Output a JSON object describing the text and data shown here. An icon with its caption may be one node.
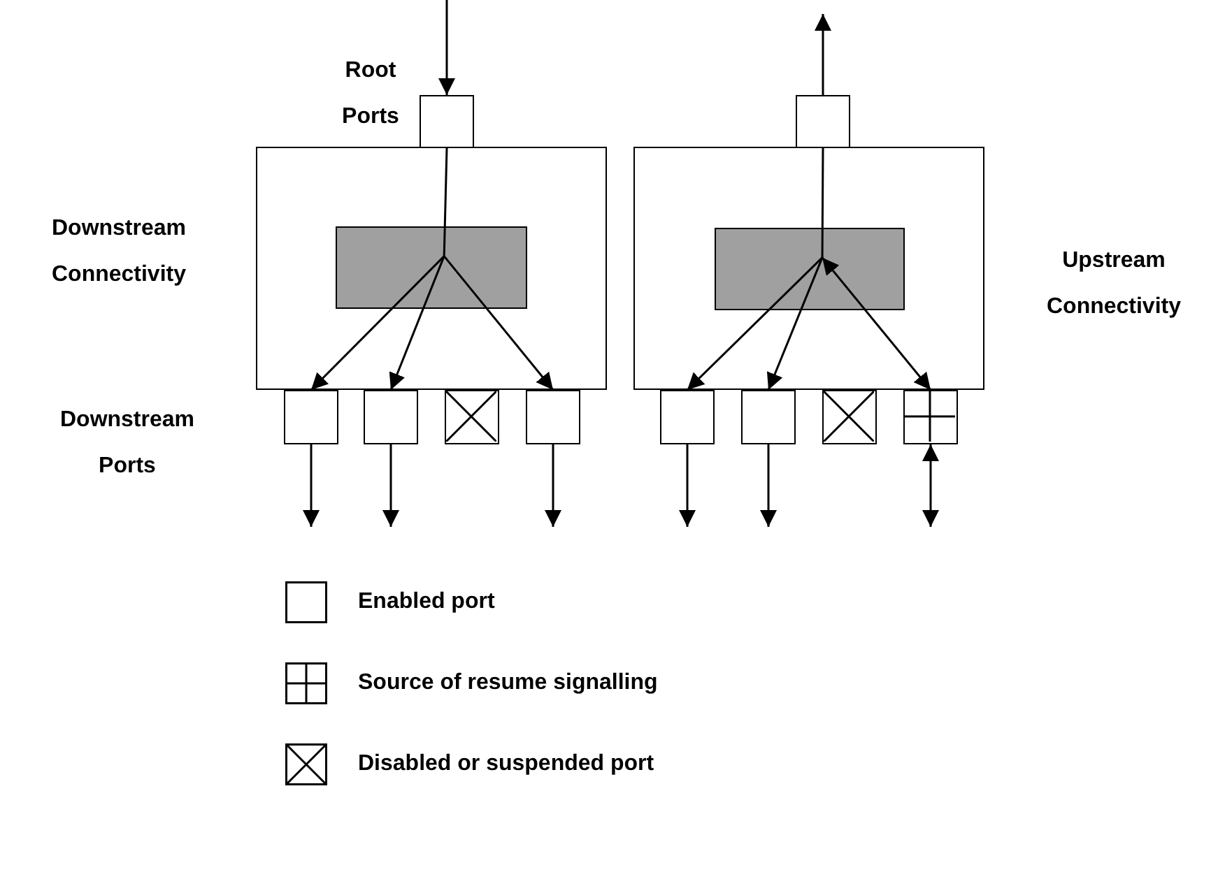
{
  "diagram": {
    "nodes": [
      {
        "text": [],
        "shape": "box"
      },
      {
        "text": [],
        "shape": "box"
      },
      {
        "text": [],
        "shape": "box",
        "in": 1
      },
      {
        "text": [],
        "shape": "box"
      },
      {
        "text": [],
        "shape": "box"
      },
      {
        "text": [],
        "shape": "cross"
      },
      {
        "text": [],
        "shape": "box"
      },
      {
        "text": [],
        "shape": "box"
      },
      {
        "text": [],
        "shape": "box"
      },
      {
        "text": [],
        "shape": "box",
        "in": 8
      },
      {
        "text": [],
        "shape": "box"
      },
      {
        "text": [],
        "shape": "box"
      },
      {
        "text": [],
        "shape": "cross"
      },
      {
        "text": [],
        "shape": "grid"
      }
    ],
    "edges": [
      {
        "from": null,
        "to": 0,
        "arrow": "to"
      },
      {
        "from": 0,
        "to": 2,
        "arrow": "none"
      },
      {
        "from": 2,
        "to": 3,
        "arrow": "to"
      },
      {
        "from": 2,
        "to": 4,
        "arrow": "to"
      },
      {
        "from": 2,
        "to": 6,
        "arrow": "to"
      },
      {
        "from": 3,
        "to": null,
        "arrow": "to"
      },
      {
        "from": 4,
        "to": null,
        "arrow": "to"
      },
      {
        "from": 6,
        "to": null,
        "arrow": "to"
      },
      {
        "from": 7,
        "to": null,
        "arrow": "to"
      },
      {
        "from": 7,
        "to": 9,
        "arrow": "none"
      },
      {
        "from": 9,
        "to": 10,
        "arrow": "to"
      },
      {
        "from": 9,
        "to": 11,
        "arrow": "to"
      },
      {
        "from": 9,
        "to": 13,
        "arrow": "both"
      },
      {
        "from": 10,
        "to": null,
        "arrow": "to"
      },
      {
        "from": 11,
        "to": null,
        "arrow": "to"
      },
      {
        "from": 13,
        "to": null,
        "arrow": "both"
      }
    ],
    "labels": [
      "Root Ports",
      "Downstream Connectivity",
      "Upstream Connectivity",
      "Downstream Ports"
    ],
    "legend": [
      {
        "text": "Enabled port"
      },
      {
        "text": "Source of resume signalling"
      },
      {
        "text": "Disabled or suspended port"
      }
    ]
  }
}
